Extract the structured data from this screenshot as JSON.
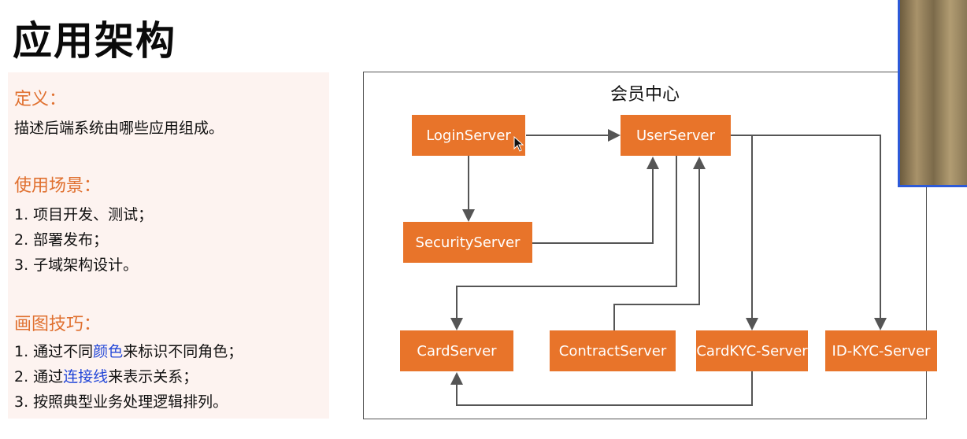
{
  "slide": {
    "title": "应用架构"
  },
  "left": {
    "definition_head": "定义：",
    "definition_text": "描述后端系统由哪些应用组成。",
    "scenario_head": "使用场景：",
    "scenarios": [
      "1. 项目开发、测试；",
      "2. 部署发布；",
      "3. 子域架构设计。"
    ],
    "tips_head": "画图技巧：",
    "tip1": {
      "pre": "1.  通过不同",
      "hl": "颜色",
      "post": "来标识不同角色；"
    },
    "tip2": {
      "pre": "2.  通过",
      "hl": "连接线",
      "post": "来表示关系；"
    },
    "tip3": "3.  按照典型业务处理逻辑排列。"
  },
  "diagram": {
    "title": "会员中心",
    "nodes": {
      "login": "LoginServer",
      "user": "UserServer",
      "security": "SecurityServer",
      "card": "CardServer",
      "contract": "ContractServer",
      "cardkyc": "CardKYC-Server",
      "idkyc": "ID-KYC-Server"
    },
    "colors": {
      "node": "#e8742a",
      "line": "#555555",
      "heading": "#e0702f",
      "highlight": "#2347d8"
    }
  }
}
